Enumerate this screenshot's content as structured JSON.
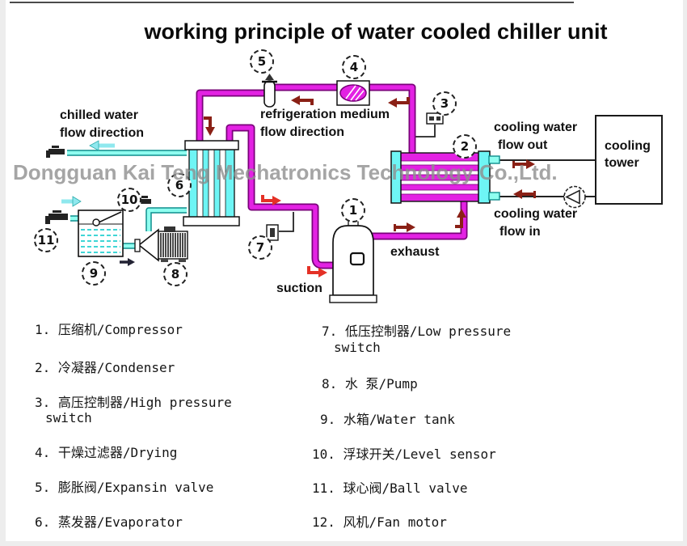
{
  "title": "working principle of water cooled chiller unit",
  "watermark": "Dongguan Kai Teng Mechatronics Technology Co.,Ltd.",
  "colors": {
    "pipe_refrigerant": "#e322e3",
    "pipe_refrigerant_outline": "#7a007a",
    "pipe_water": "#8ffff0",
    "pipe_water_outline": "#0e8d8d",
    "arrow_dark_red": "#8a2015",
    "arrow_bright_red": "#e43126",
    "arrow_cyan": "#8fe8ee",
    "watermark_gray": "#8f8f8f"
  },
  "flow_labels": {
    "chilled": {
      "line1": "chilled water",
      "line2": "flow direction"
    },
    "refrigeration": {
      "line1": "refrigeration medium",
      "line2": "flow direction"
    },
    "cooling_out": {
      "line1": "cooling water",
      "line2": "flow out"
    },
    "cooling_in": {
      "line1": "cooling water",
      "line2": "flow in"
    },
    "exhaust": "exhaust",
    "suction": "suction",
    "cooling_tower": {
      "line1": "cooling",
      "line2": "tower"
    }
  },
  "callouts": [
    {
      "n": "1"
    },
    {
      "n": "2"
    },
    {
      "n": "3"
    },
    {
      "n": "4"
    },
    {
      "n": "5"
    },
    {
      "n": "6"
    },
    {
      "n": "7"
    },
    {
      "n": "8"
    },
    {
      "n": "9"
    },
    {
      "n": "10"
    },
    {
      "n": "11"
    }
  ],
  "legend": {
    "left": [
      {
        "lines": [
          "1. 压缩机/Compressor"
        ]
      },
      {
        "lines": [
          "2. 冷凝器/Condenser"
        ]
      },
      {
        "lines": [
          "3. 高压控制器/High pressure",
          "switch"
        ]
      },
      {
        "lines": [
          "4. 干燥过滤器/Drying"
        ]
      },
      {
        "lines": [
          "5. 膨胀阀/Expansin valve"
        ]
      },
      {
        "lines": [
          "6. 蒸发器/Evaporator"
        ]
      }
    ],
    "right": [
      {
        "lines": [
          "7. 低压控制器/Low pressure",
          "switch"
        ]
      },
      {
        "lines": [
          "8. 水 泵/Pump"
        ]
      },
      {
        "lines": [
          "9. 水箱/Water tank"
        ]
      },
      {
        "lines": [
          "10. 浮球开关/Level sensor"
        ]
      },
      {
        "lines": [
          "11. 球心阀/Ball valve"
        ]
      },
      {
        "lines": [
          "12. 风机/Fan motor"
        ]
      }
    ]
  }
}
